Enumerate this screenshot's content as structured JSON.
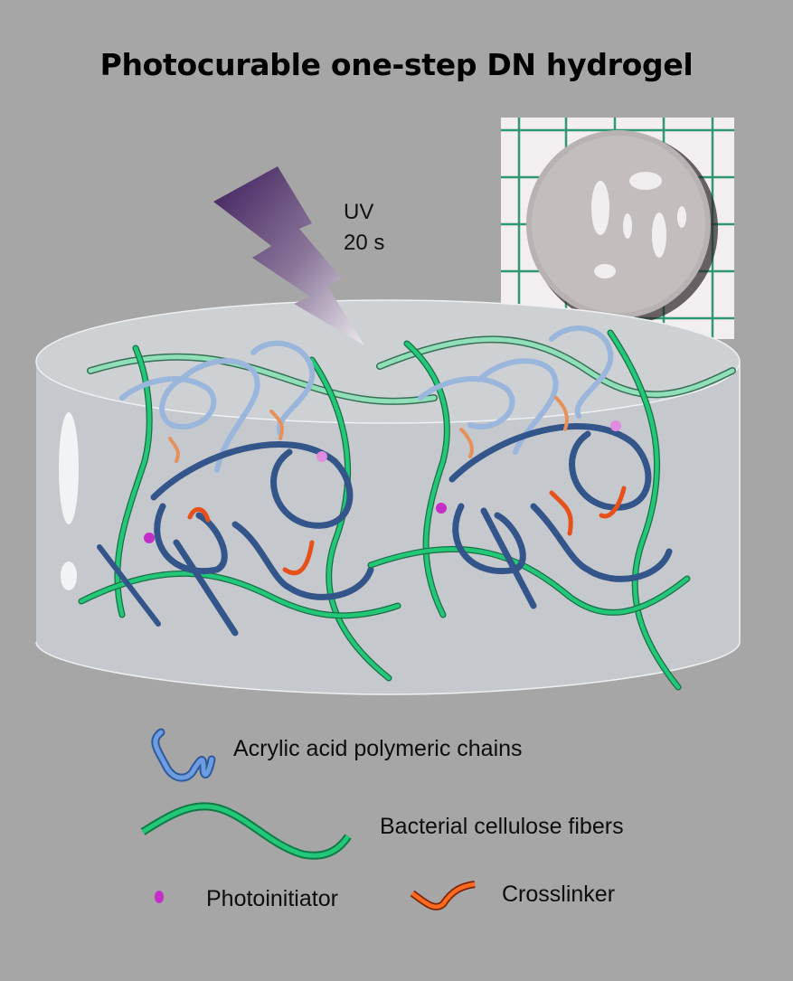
{
  "title": "Photocurable one-step DN hydrogel",
  "uv": {
    "line1": "UV",
    "line2": "20 s"
  },
  "legend": {
    "items": [
      {
        "icon": "acrylic-chain-icon",
        "label": "Acrylic acid polymeric chains",
        "color": "#5b8ad0"
      },
      {
        "icon": "cellulose-fiber-icon",
        "label": "Bacterial cellulose fibers",
        "color": "#1fc46e"
      },
      {
        "icon": "photoinitiator-icon",
        "label": "Photoinitiator",
        "color": "#c42fc8"
      },
      {
        "icon": "crosslinker-icon",
        "label": "Crosslinker",
        "color": "#e8501a"
      }
    ]
  },
  "colors": {
    "background": "#a6a6a6",
    "gel": "#c8ccd0",
    "uv_bolt_top": "#3e1d5c",
    "uv_bolt_bottom": "#ece8ee",
    "chain_dark": "#34558a",
    "chain_light": "#9bb6dc",
    "fiber_green": "#22c878",
    "fiber_light": "#8fe0b8",
    "crosslinker": "#e8501a",
    "grid_green": "#0e8a5a"
  }
}
